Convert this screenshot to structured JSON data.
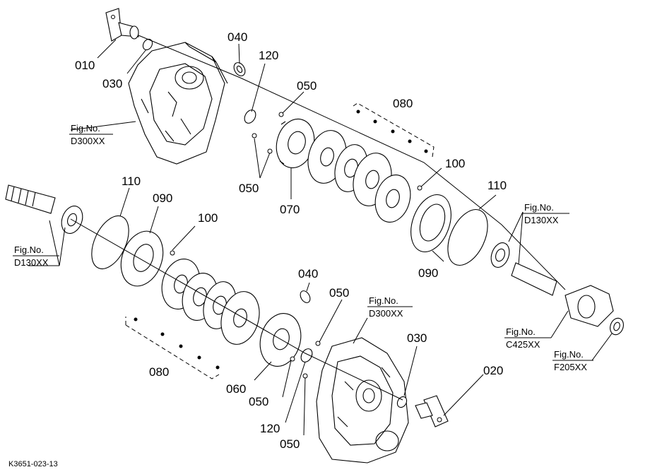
{
  "diagram": {
    "drawing_code": "K3651-023-13",
    "part_numbers": {
      "p010": "010",
      "p020": "020",
      "p030_top": "030",
      "p030_bottom": "030",
      "p040_top": "040",
      "p040_bottom": "040",
      "p050_a": "050",
      "p050_b": "050",
      "p050_c": "050",
      "p050_d": "050",
      "p050_e": "050",
      "p060": "060",
      "p070": "070",
      "p080_top": "080",
      "p080_bottom": "080",
      "p090_left": "090",
      "p090_right": "090",
      "p100_top": "100",
      "p100_left": "100",
      "p110_left": "110",
      "p110_right": "110",
      "p120_top": "120",
      "p120_bottom": "120"
    },
    "fig_refs": {
      "d300_top": {
        "label": "Fig.No.",
        "code": "D300XX"
      },
      "d130_left": {
        "label": "Fig.No.",
        "code": "D130XX"
      },
      "d130_right": {
        "label": "Fig.No.",
        "code": "D130XX"
      },
      "d300_bottom": {
        "label": "Fig.No.",
        "code": "D300XX"
      },
      "c425": {
        "label": "Fig.No.",
        "code": "C425XX"
      },
      "f205": {
        "label": "Fig.No.",
        "code": "F205XX"
      }
    }
  }
}
